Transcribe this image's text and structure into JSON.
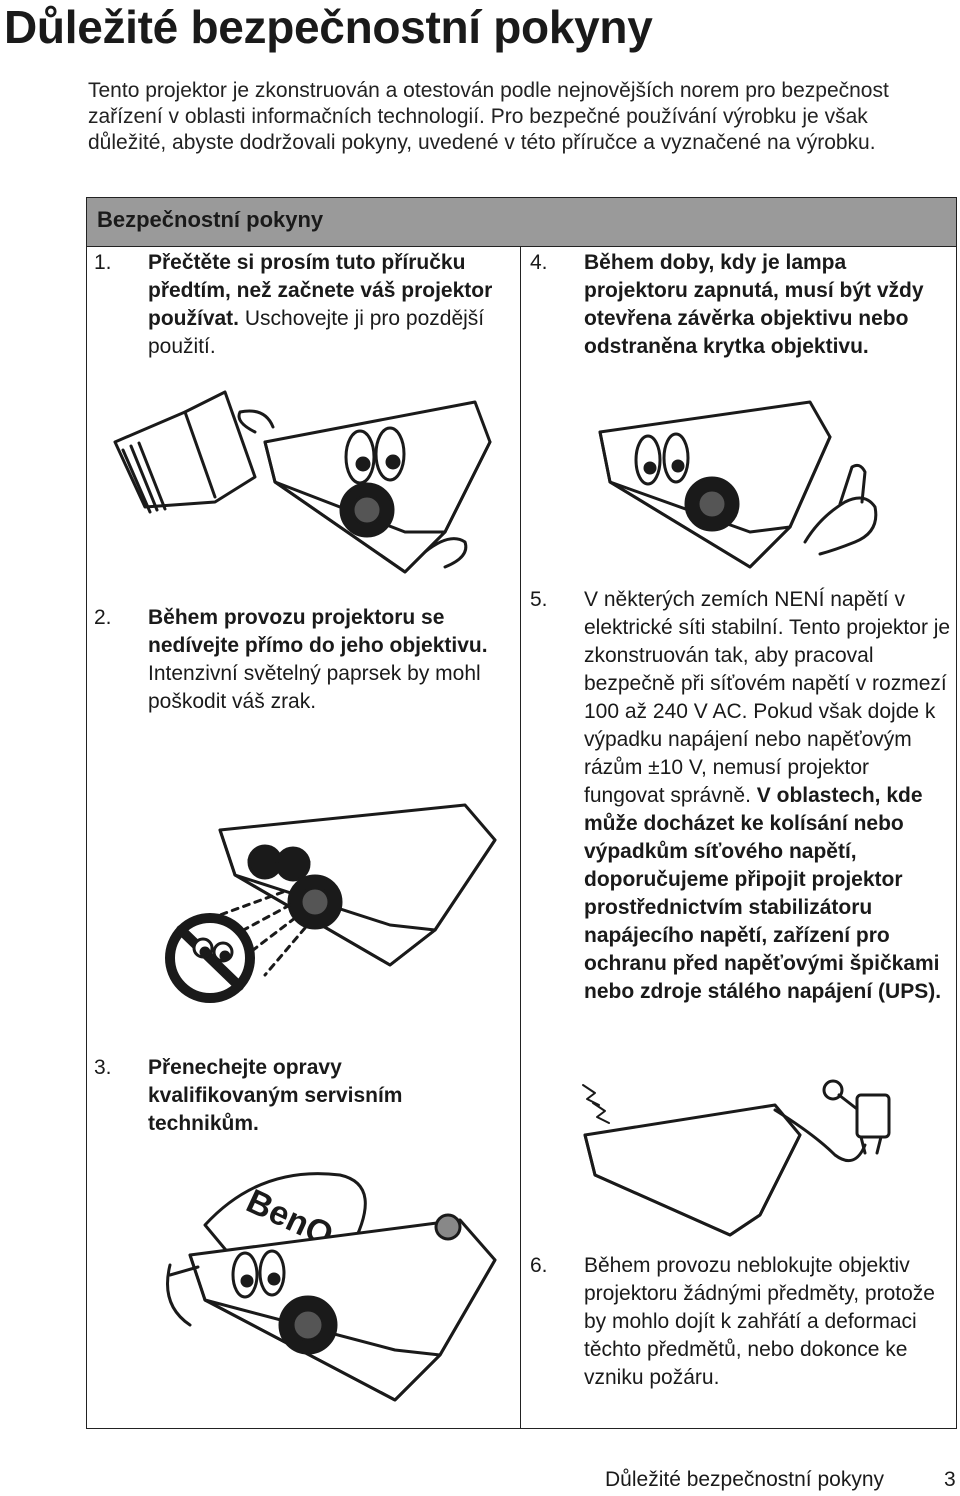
{
  "page": {
    "title": "Důležité bezpečnostní pokyny",
    "intro": "Tento projektor je zkonstruován a otestován podle nejnovějších norem pro bezpečnost zařízení v oblasti informačních technologií. Pro bezpečné používání výrobku je však důležité, abyste dodržovali pokyny, uvedené v této příručce a vyznačené na výrobku.",
    "section_title": "Bezpečnostní pokyny"
  },
  "items": [
    {
      "num": "1.",
      "bold": "Přečtěte si prosím tuto příručku předtím, než začnete váš projektor používat.",
      "normal": " Uschovejte ji pro pozdější použití."
    },
    {
      "num": "2.",
      "bold": "Během provozu projektoru se nedívejte přímo do jeho objektivu.",
      "normal": " Intenzivní světelný paprsek by mohl poškodit váš zrak."
    },
    {
      "num": "3.",
      "bold": "Přenechejte opravy kvalifikovaným servisním technikům.",
      "normal": ""
    },
    {
      "num": "4.",
      "bold": "Během doby, kdy je lampa projektoru zapnutá, musí být vždy otevřena závěrka objektivu nebo odstraněna krytka objektivu.",
      "normal": ""
    },
    {
      "num": "5.",
      "normal": "V některých zemích NENÍ napětí v elektrické síti stabilní. Tento projektor je zkonstruován tak, aby pracoval bezpečně při síťovém napětí v rozmezí 100 až 240 V AC. Pokud však dojde k výpadku napájení nebo napěťovým rázům ±10 V, nemusí projektor fungovat správně.",
      "bold": " V oblastech, kde může docházet ke kolísání nebo výpadkům síťového napětí, doporučujeme připojit projektor prostřednictvím stabilizátoru napájecího napětí, zařízení pro ochranu před napěťovými špičkami nebo zdroje stálého napájení (UPS)."
    },
    {
      "num": "6.",
      "bold": "",
      "normal": "Během provozu neblokujte objektiv projektoru žádnými předměty, protože by mohlo dojít k zahřátí a deformaci těchto předmětů, nebo dokonce ke vzniku požáru."
    }
  ],
  "logo_text": "BenQ",
  "footer": {
    "title": "Důležité bezpečnostní pokyny",
    "page_number": "3"
  }
}
